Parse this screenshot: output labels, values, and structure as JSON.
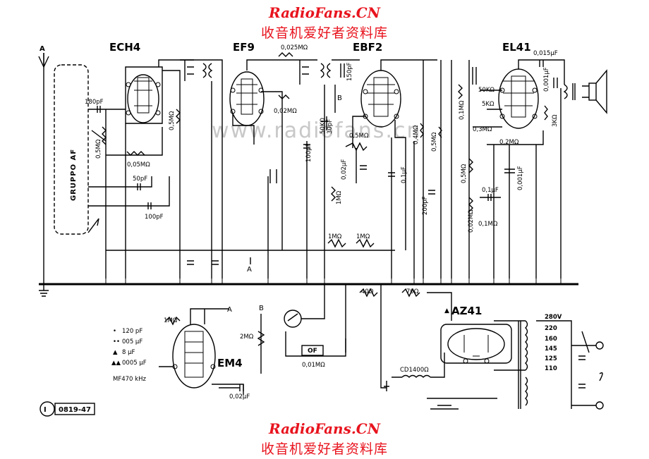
{
  "watermark": {
    "top_title": "RadioFans.CN",
    "top_sub": "收音机爱好者资料库",
    "bottom_title": "RadioFans.CN",
    "bottom_sub": "收音机爱好者资料库",
    "faint": "www.radiofans.cn"
  },
  "tubes": {
    "ech4": "ECH4",
    "ef9": "EF9",
    "ebf2": "EBF2",
    "el41": "EL41",
    "em4": "EM4",
    "az41": "AZ41"
  },
  "antenna_label": "A",
  "gruppo_af": "GRUPPO AF",
  "components": [
    "180pF",
    "0,5MΩ",
    "0,5MΩ",
    "0,05MΩ",
    "50pF",
    "100pF",
    "0,025MΩ",
    "0,02MΩ",
    "150pF",
    "B",
    "30pF",
    "50KΩ",
    "100pF",
    "0,5MΩ",
    "0,02μF",
    "1MΩ",
    "0,1μF",
    "0,4MΩ",
    "0,5MΩ",
    "200pF",
    "0,015μF",
    "0,001μF",
    "50KΩ",
    "0,1MΩ",
    "5KΩ",
    "0,3MΩ",
    "3KΩ",
    "0,2MΩ",
    "0,5MΩ",
    "0,001μF",
    "0,1μF",
    "0,02MΩ",
    "0,1MΩ",
    "1MΩ",
    "1MΩ",
    "40Ω",
    "70Ω",
    "2MΩ",
    "1MΩ",
    "0,02μF",
    "0,01MΩ",
    "CD1400Ω",
    "OF"
  ],
  "line_labels": {
    "a1": "A",
    "a2": "A",
    "b1": "B",
    "b2": "B"
  },
  "voltages": [
    "280V",
    "220",
    "160",
    "145",
    "125",
    "110"
  ],
  "legend": [
    {
      "symbol": "•",
      "text": "120 pF"
    },
    {
      "symbol": "••",
      "text": "005 μF"
    },
    {
      "symbol": "▲",
      "text": "8 μF"
    },
    {
      "symbol": "▲▲",
      "text": "0005 μF"
    },
    {
      "symbol": "",
      "text": "MF470 kHz"
    }
  ],
  "stamp_code": "0819-47",
  "colors": {
    "ink": "#000000",
    "watermark": "#e8141e"
  }
}
